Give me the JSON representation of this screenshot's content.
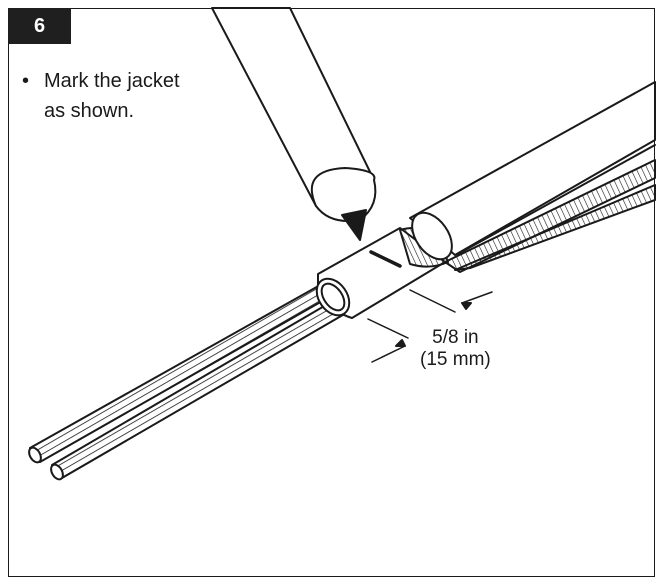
{
  "step": {
    "number": "6"
  },
  "instruction": {
    "bullet": "•",
    "line1": "Mark the jacket",
    "line2": "as shown."
  },
  "dimension": {
    "imperial": "5/8 in",
    "metric": "(15 mm)"
  },
  "colors": {
    "ink": "#1a1a1a",
    "badge_bg": "#1f1f1f",
    "paper": "#ffffff"
  }
}
